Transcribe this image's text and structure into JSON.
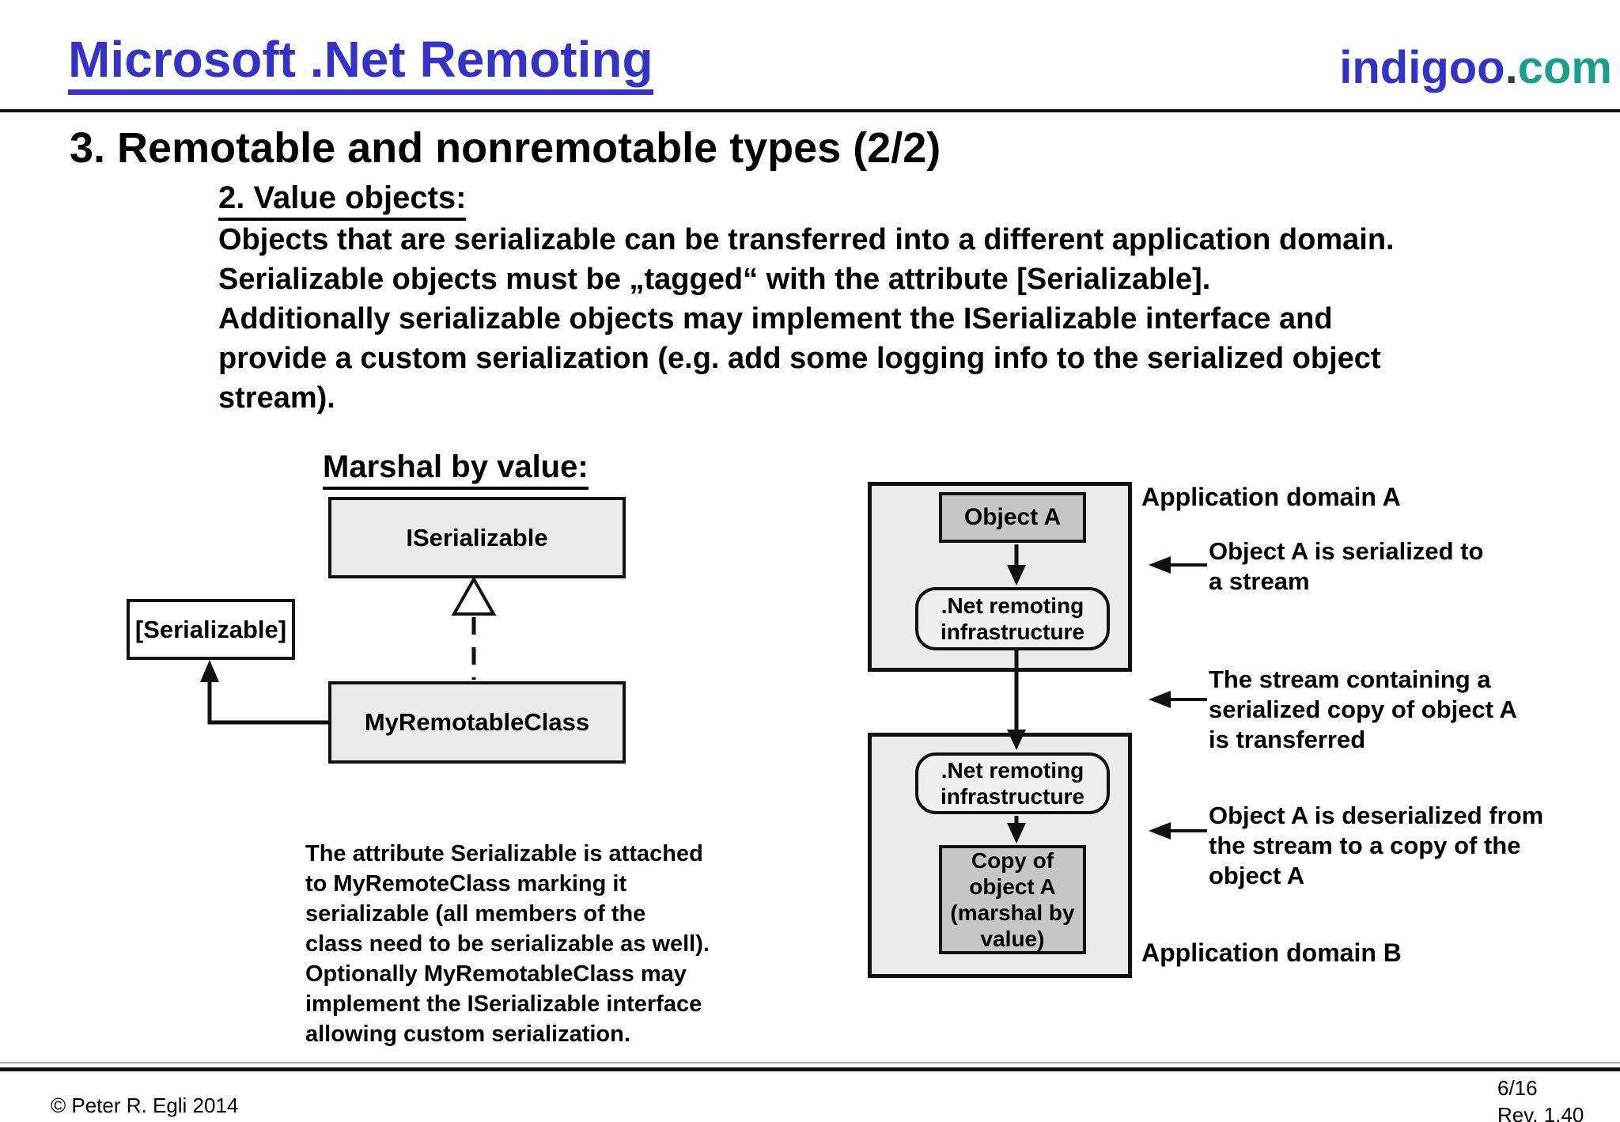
{
  "header": {
    "title": "Microsoft .Net Remoting",
    "logo": {
      "part1": "indigoo",
      "dot": ".",
      "part2": "com"
    }
  },
  "slide": {
    "title": "3. Remotable and nonremotable types (2/2)",
    "subtitle": "2. Value objects:",
    "paragraph": "Objects that are serializable can be transferred into a different application domain.\nSerializable objects must be „tagged“ with the attribute [Serializable].\nAdditionally serializable objects may implement the ISerializable interface and\nprovide a custom serialization (e.g. add some logging info to the serialized object\nstream)."
  },
  "uml": {
    "heading": "Marshal by value:",
    "iserializable_box": "ISerializable",
    "serializable_attr_box": "[Serializable]",
    "myremotableclass_box": "MyRemotableClass",
    "note": "The attribute Serializable is attached\nto MyRemoteClass marking it\nserializable (all members of the\nclass need to be serializable as well).\nOptionally MyRemotableClass may\nimplement the ISerializable interface\nallowing custom serialization."
  },
  "flow": {
    "domain_a_label": "Application domain A",
    "domain_b_label": "Application domain B",
    "object_a_box": "Object A",
    "remoting_a_box": ".Net remoting\ninfrastructure",
    "remoting_b_box": ".Net remoting\ninfrastructure",
    "copy_box": "Copy of\nobject A\n(marshal by\nvalue)",
    "annotation_serialize": "Object A is serialized to\na stream",
    "annotation_transfer": "The stream containing a\nserialized copy of object A\nis transferred",
    "annotation_deserialize": "Object A is deserialized from\nthe stream to a copy of the\nobject A"
  },
  "footer": {
    "copyright": "© Peter R. Egli 2014",
    "page": "6/16",
    "revision": "Rev. 1.40"
  },
  "colors": {
    "accent_blue": "#3333CC",
    "logo_teal": "#16A08C",
    "box_fill_light": "#EBEBEB",
    "box_fill_mid": "#C6C6C6"
  }
}
